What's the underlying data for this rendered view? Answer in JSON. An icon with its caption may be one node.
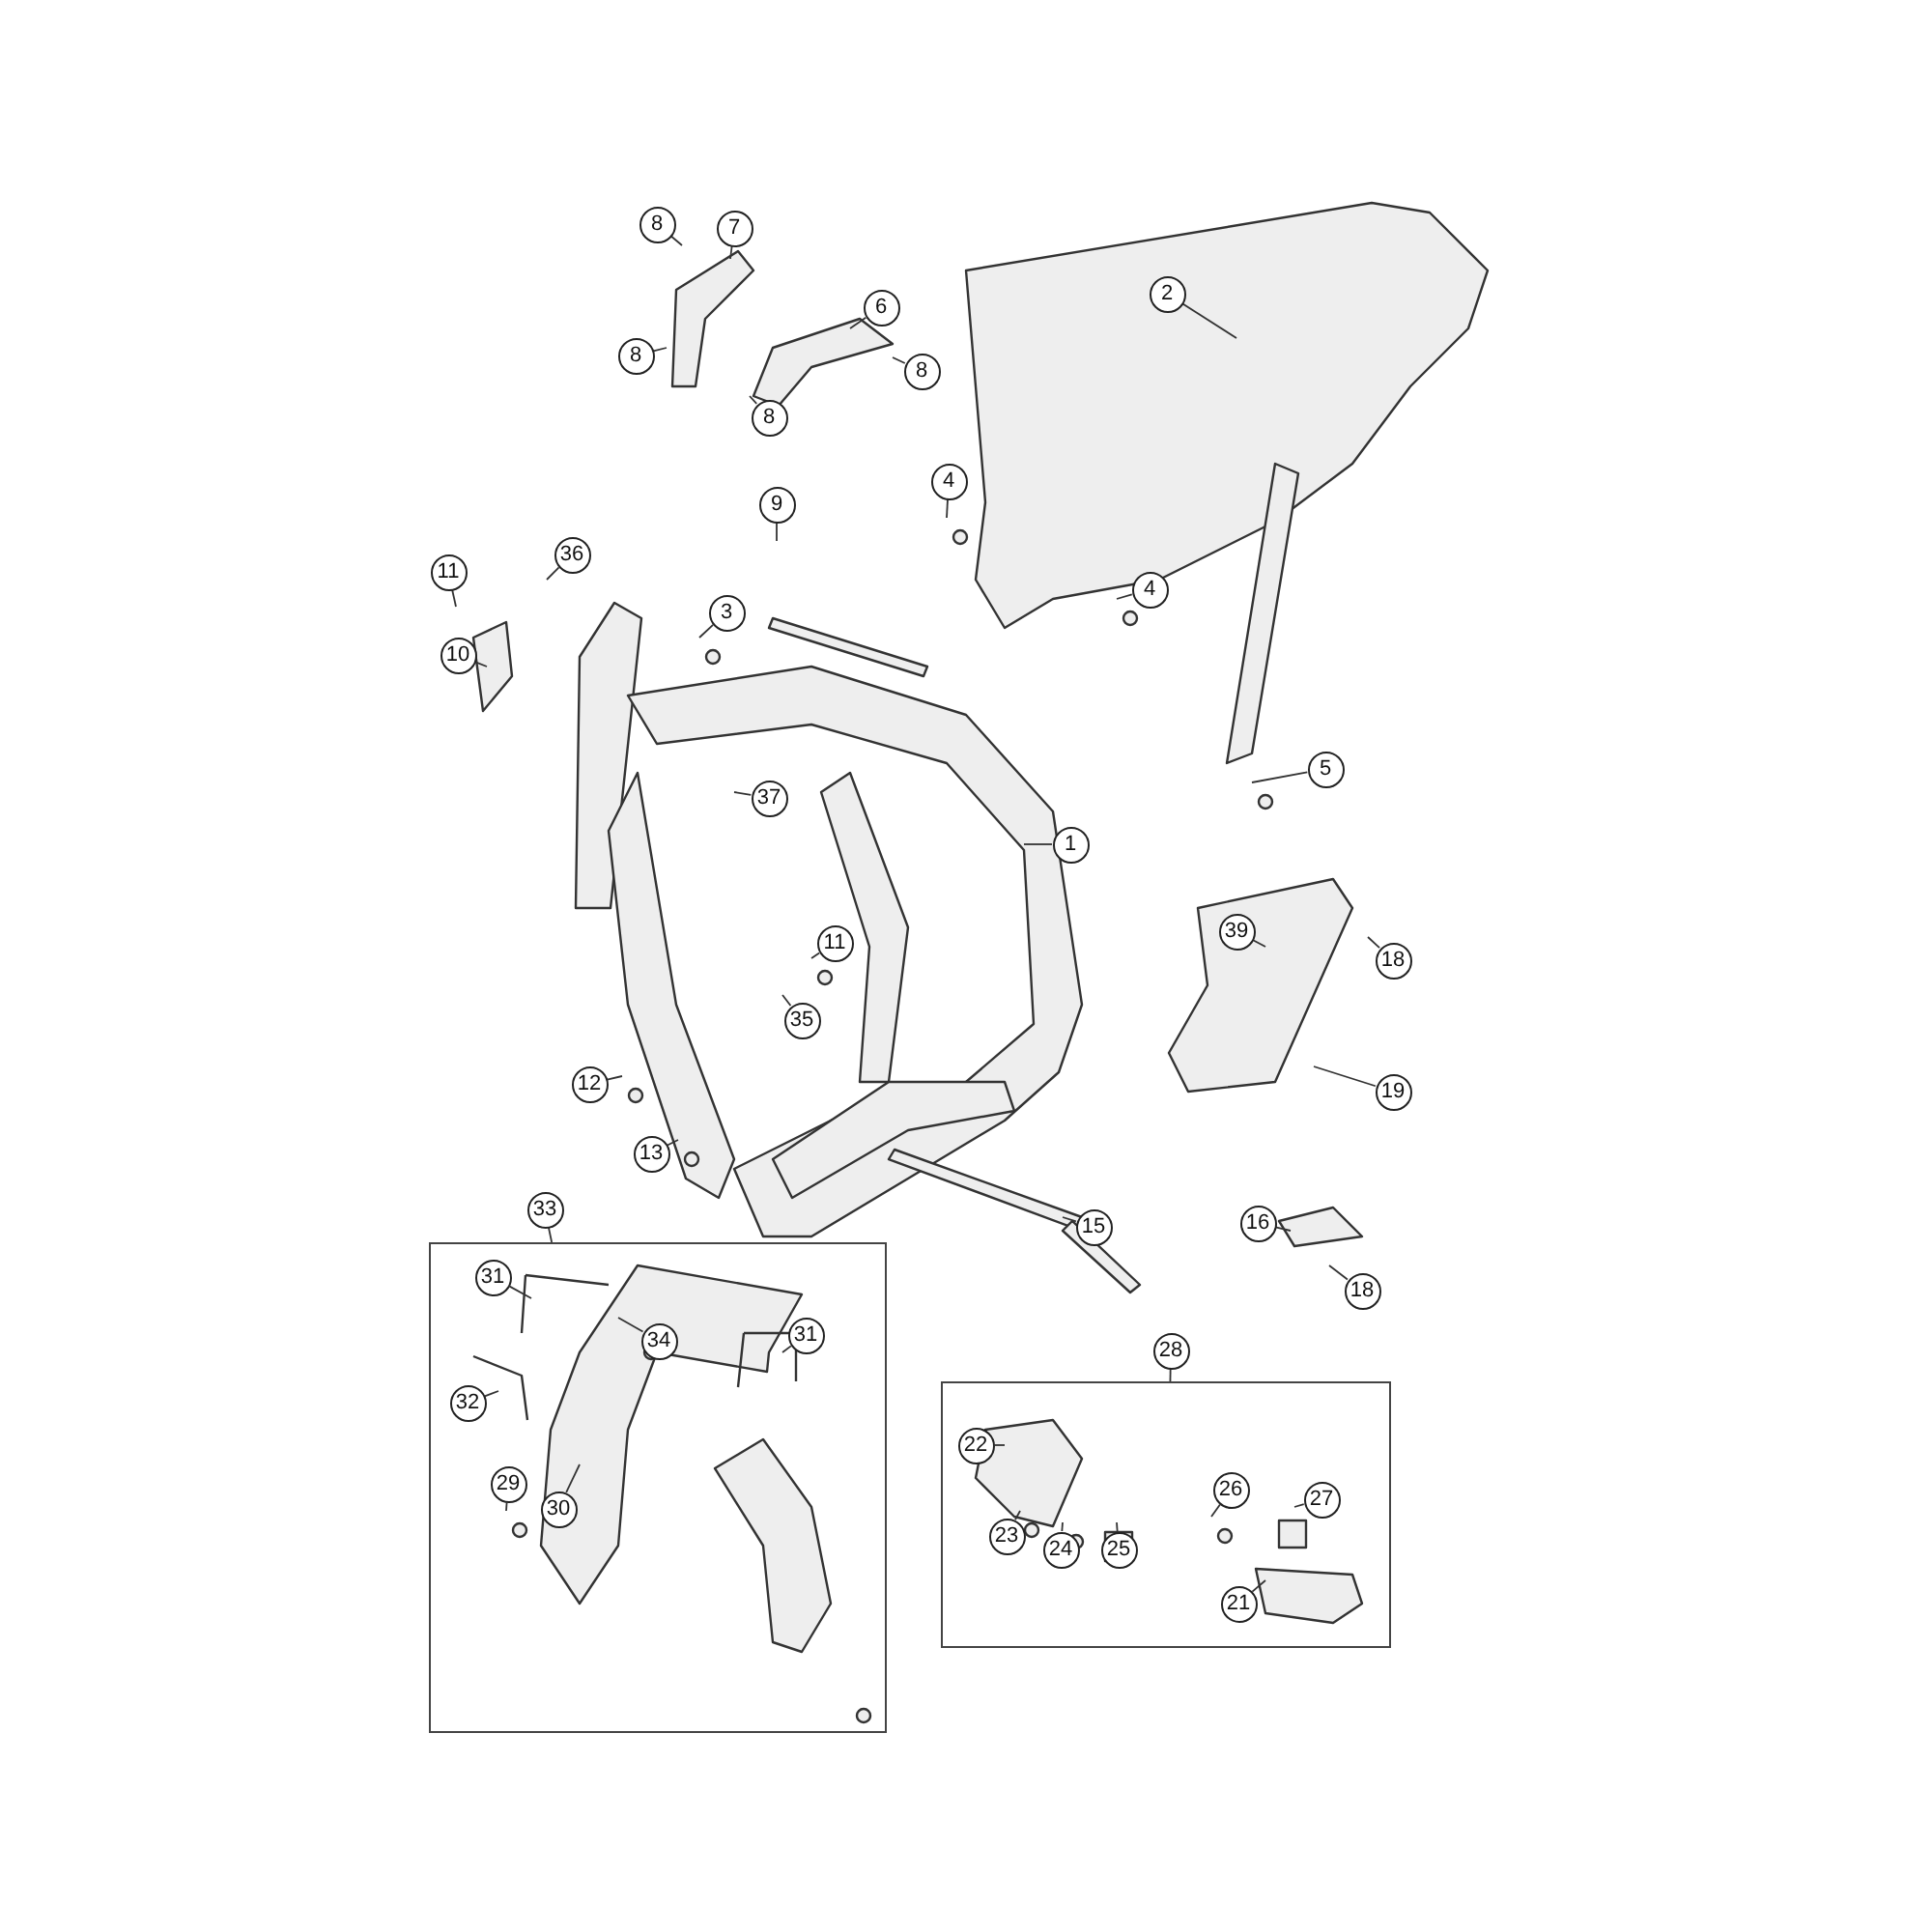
{
  "diagram": {
    "nodes": [
      {
        "text": [
          "8"
        ]
      },
      {
        "text": [
          "7"
        ]
      },
      {
        "text": [
          "8"
        ]
      },
      {
        "text": [
          "6"
        ]
      },
      {
        "text": [
          "8"
        ]
      },
      {
        "text": [
          "8"
        ]
      },
      {
        "text": [
          "2"
        ]
      },
      {
        "text": [
          "4"
        ]
      },
      {
        "text": [
          "9"
        ]
      },
      {
        "text": [
          "36"
        ]
      },
      {
        "text": [
          "11"
        ]
      },
      {
        "text": [
          "3"
        ]
      },
      {
        "text": [
          "4"
        ]
      },
      {
        "text": [
          "10"
        ]
      },
      {
        "text": [
          "5"
        ]
      },
      {
        "text": [
          "37"
        ]
      },
      {
        "text": [
          "1"
        ]
      },
      {
        "text": [
          "39"
        ]
      },
      {
        "text": [
          "18"
        ]
      },
      {
        "text": [
          "11"
        ]
      },
      {
        "text": [
          "35"
        ]
      },
      {
        "text": [
          "12"
        ]
      },
      {
        "text": [
          "19"
        ]
      },
      {
        "text": [
          "13"
        ]
      },
      {
        "text": [
          "15"
        ]
      },
      {
        "text": [
          "16"
        ]
      },
      {
        "text": [
          "18"
        ]
      },
      {
        "text": [
          "33"
        ]
      },
      {
        "text": [],
        "shape": "box"
      },
      {
        "text": [
          "31"
        ],
        "in": 28
      },
      {
        "text": [
          "34"
        ],
        "in": 28
      },
      {
        "text": [
          "31"
        ],
        "in": 28
      },
      {
        "text": [
          "32"
        ],
        "in": 28
      },
      {
        "text": [
          "29"
        ],
        "in": 28
      },
      {
        "text": [
          "30"
        ],
        "in": 28
      },
      {
        "text": [
          "28"
        ]
      },
      {
        "text": [],
        "shape": "box"
      },
      {
        "text": [
          "22"
        ],
        "in": 36
      },
      {
        "text": [
          "26"
        ],
        "in": 36
      },
      {
        "text": [
          "27"
        ],
        "in": 36
      },
      {
        "text": [
          "23"
        ],
        "in": 36
      },
      {
        "text": [
          "24"
        ],
        "in": 36
      },
      {
        "text": [
          "25"
        ],
        "in": 36
      },
      {
        "text": [
          "21"
        ],
        "in": 36
      }
    ],
    "edges": [
      {
        "from": 0,
        "to": null,
        "arrow": "none"
      },
      {
        "from": 1,
        "to": null,
        "arrow": "none"
      },
      {
        "from": 2,
        "to": null,
        "arrow": "none"
      },
      {
        "from": 3,
        "to": null,
        "arrow": "none"
      },
      {
        "from": 4,
        "to": null,
        "arrow": "none"
      },
      {
        "from": 5,
        "to": null,
        "arrow": "none"
      },
      {
        "from": 6,
        "to": null,
        "arrow": "none"
      },
      {
        "from": 7,
        "to": null,
        "arrow": "none"
      },
      {
        "from": 8,
        "to": null,
        "arrow": "none"
      },
      {
        "from": 9,
        "to": null,
        "arrow": "none"
      },
      {
        "from": 10,
        "to": null,
        "arrow": "none"
      },
      {
        "from": 11,
        "to": null,
        "arrow": "none"
      },
      {
        "from": 12,
        "to": null,
        "arrow": "none"
      },
      {
        "from": 13,
        "to": null,
        "arrow": "none"
      },
      {
        "from": 14,
        "to": null,
        "arrow": "none"
      },
      {
        "from": 15,
        "to": null,
        "arrow": "none"
      },
      {
        "from": 16,
        "to": null,
        "arrow": "none"
      },
      {
        "from": 17,
        "to": null,
        "arrow": "none"
      },
      {
        "from": 18,
        "to": null,
        "arrow": "none"
      },
      {
        "from": 19,
        "to": null,
        "arrow": "none"
      },
      {
        "from": 20,
        "to": null,
        "arrow": "none"
      },
      {
        "from": 21,
        "to": null,
        "arrow": "none"
      },
      {
        "from": 22,
        "to": null,
        "arrow": "none"
      },
      {
        "from": 23,
        "to": null,
        "arrow": "none"
      },
      {
        "from": 24,
        "to": null,
        "arrow": "none"
      },
      {
        "from": 25,
        "to": null,
        "arrow": "none"
      },
      {
        "from": 26,
        "to": null,
        "arrow": "none"
      },
      {
        "from": 27,
        "to": 28,
        "arrow": "none"
      },
      {
        "from": 29,
        "to": null,
        "arrow": "none"
      },
      {
        "from": 30,
        "to": null,
        "arrow": "none"
      },
      {
        "from": 31,
        "to": null,
        "arrow": "none"
      },
      {
        "from": 32,
        "to": null,
        "arrow": "none"
      },
      {
        "from": 33,
        "to": null,
        "arrow": "none"
      },
      {
        "from": 34,
        "to": null,
        "arrow": "none"
      },
      {
        "from": 35,
        "to": 36,
        "arrow": "none"
      },
      {
        "from": 37,
        "to": null,
        "arrow": "none"
      },
      {
        "from": 38,
        "to": null,
        "arrow": "none"
      },
      {
        "from": 39,
        "to": null,
        "arrow": "none"
      },
      {
        "from": 40,
        "to": null,
        "arrow": "none"
      },
      {
        "from": 41,
        "to": null,
        "arrow": "none"
      },
      {
        "from": 42,
        "to": null,
        "arrow": "none"
      },
      {
        "from": 43,
        "to": null,
        "arrow": "none"
      }
    ]
  }
}
